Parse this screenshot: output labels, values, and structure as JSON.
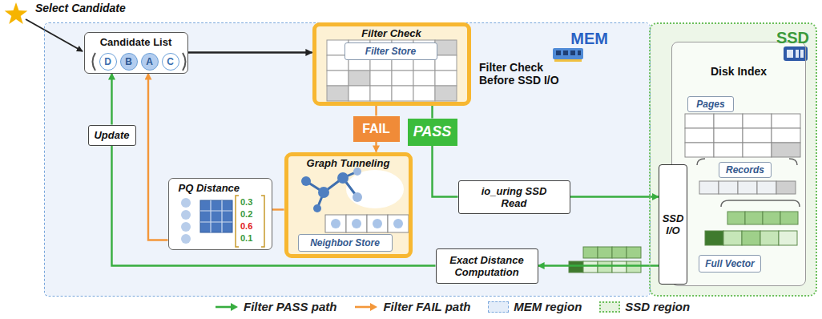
{
  "diagram": {
    "nodes": [
      {
        "text": [
          "MEM"
        ]
      },
      {
        "text": [
          "Candidate List"
        ],
        "in": 0
      },
      {
        "text": [
          "D"
        ],
        "in": 1
      },
      {
        "text": [
          "B"
        ],
        "in": 1
      },
      {
        "text": [
          "A"
        ],
        "in": 1
      },
      {
        "text": [
          "C"
        ],
        "in": 1
      },
      {
        "text": [
          "Filter Check"
        ],
        "in": 0
      },
      {
        "text": [
          "Filter Store"
        ],
        "in": 6
      },
      {
        "text": [
          "Update"
        ],
        "in": 0
      },
      {
        "text": [
          "FAIL"
        ],
        "in": 0
      },
      {
        "text": [
          "PASS"
        ],
        "in": 0
      },
      {
        "text": [
          "PQ Distance"
        ],
        "in": 0
      },
      {
        "text": [
          "Graph Tunneling"
        ],
        "in": 0
      },
      {
        "text": [
          "Neighbor Store"
        ],
        "in": 12
      },
      {
        "text": [
          "io_uring SSD Read"
        ],
        "in": 0
      },
      {
        "text": [
          "Exact Distance Computation"
        ],
        "in": 0
      },
      {
        "text": [
          "SSD"
        ]
      },
      {
        "text": [
          "Disk Index"
        ],
        "in": 16
      },
      {
        "text": [
          "Pages"
        ],
        "in": 17
      },
      {
        "text": [
          "Records"
        ],
        "in": 17
      },
      {
        "text": [
          "Full Vector"
        ],
        "in": 17
      },
      {
        "text": [
          "SSD I/O"
        ],
        "in": 16
      }
    ],
    "edges": [
      {
        "from": 1,
        "to": 6,
        "arrow": "to"
      },
      {
        "from": 6,
        "to": 9,
        "arrow": "none"
      },
      {
        "from": 9,
        "to": 12,
        "arrow": "to"
      },
      {
        "from": 6,
        "to": 10,
        "arrow": "none"
      },
      {
        "from": 10,
        "to": 14,
        "arrow": "none"
      },
      {
        "from": 14,
        "to": 21,
        "arrow": "to"
      },
      {
        "from": 21,
        "to": 15,
        "arrow": "to"
      },
      {
        "from": 15,
        "to": 8,
        "arrow": "none"
      },
      {
        "from": 8,
        "to": 1,
        "arrow": "to"
      },
      {
        "from": 12,
        "to": 11,
        "arrow": "none"
      },
      {
        "from": 11,
        "to": 1,
        "arrow": "to"
      }
    ],
    "labels": [
      "Select Candidate",
      "Filter Check Before SSD I/O",
      "0.3",
      "0.2",
      "0.6",
      "0.1"
    ],
    "legend": [
      {
        "text": "Filter PASS path"
      },
      {
        "text": "Filter FAIL path"
      },
      {
        "text": "MEM region",
        "color": "#e4edf9"
      },
      {
        "text": "SSD region",
        "color": "#e6f3df"
      }
    ]
  }
}
